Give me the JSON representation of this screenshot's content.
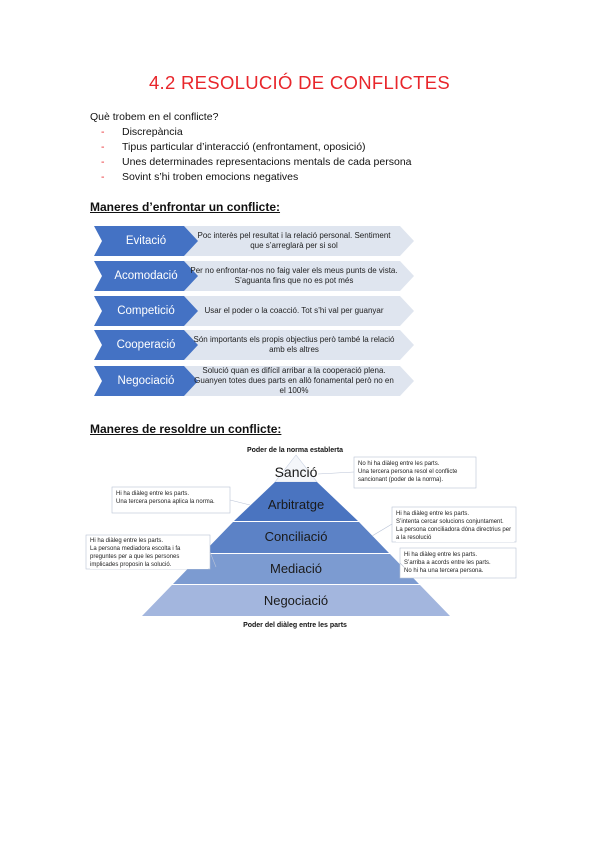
{
  "title": "4.2 RESOLUCIÓ DE CONFLICTES",
  "intro": {
    "question": "Què trobem en el conflicte?",
    "bullets": [
      "Discrepància",
      "Tipus particular d’interacció (enfrontament, oposició)",
      "Unes determinades representacions mentals de cada persona",
      "Sovint s’hi troben emocions negatives"
    ]
  },
  "section1": {
    "heading": "Maneres d’enfrontar un conflicte:",
    "rows": [
      {
        "label": "Evitació",
        "desc": "Poc interès pel resultat i la relació personal. Sentiment que s’arreglarà per si sol"
      },
      {
        "label": "Acomodació",
        "desc": "Per no enfrontar-nos no faig valer els meus punts de vista. S’aguanta fins que no es pot més"
      },
      {
        "label": "Competició",
        "desc": "Usar el poder o la coacció. Tot s’hi val per guanyar"
      },
      {
        "label": "Cooperació",
        "desc": "Són importants els propis objectius però també la relació amb els altres"
      },
      {
        "label": "Negociació",
        "desc": "Solució quan es difícil arribar a la cooperació plena. Guanyen totes dues parts en allò fonamental però no en el 100%"
      }
    ],
    "colors": {
      "dark": "#4472c4",
      "light": "#dfe5ef"
    }
  },
  "section2": {
    "heading": "Maneres de resoldre un conflicte:",
    "top_label": "Poder de la norma establerta",
    "bottom_label": "Poder del diàleg entre les parts",
    "levels": [
      "Sanció",
      "Arbitratge",
      "Conciliació",
      "Mediació",
      "Negociació"
    ],
    "level_colors": [
      "#f4f6fa",
      "#4a74c0",
      "#5c82c6",
      "#7c9bd1",
      "#a3b6de"
    ],
    "notes": {
      "sancio": [
        "No hi ha diàleg entre les parts.",
        "Una tercera persona resol el conflicte sancionant (poder de la norma)."
      ],
      "arbitratge": [
        "Hi ha diàleg entre les parts.",
        "Una tercera persona aplica la norma."
      ],
      "conciliacio": [
        "Hi ha diàleg entre les parts.",
        "S’intenta cercar solucions conjuntament.",
        "La persona conciliadora dóna directrius per a la resolució"
      ],
      "mediacio": [
        "Hi ha diàleg entre les parts.",
        "La persona mediadora escolta i fa preguntes per a que les persones implicades proposin la solució."
      ],
      "negociacio": [
        "Hi ha diàleg entre les parts.",
        "S’arriba a acords entre les parts.",
        "No hi ha una tercera persona."
      ]
    }
  }
}
